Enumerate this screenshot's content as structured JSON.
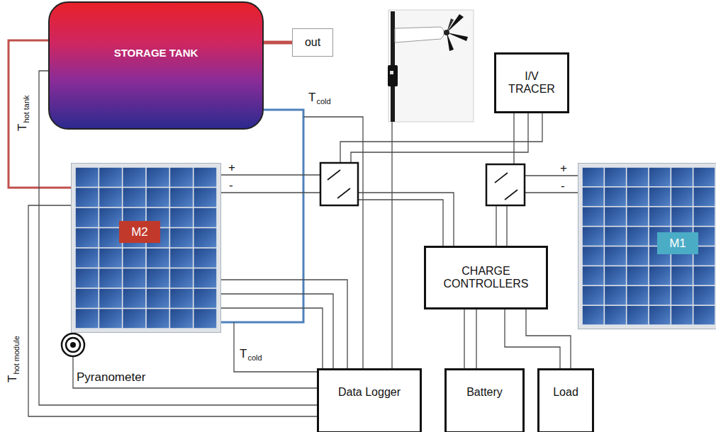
{
  "diagram": {
    "nodes": [
      {
        "text": [
          "STORAGE TANK"
        ]
      },
      {
        "text": [
          "out"
        ]
      },
      {
        "text": [
          "I/V TRACER"
        ]
      },
      {
        "text": [
          "M2"
        ]
      },
      {
        "text": [
          "M1"
        ]
      },
      {
        "text": [
          "CHARGE CONTROLLERS"
        ]
      },
      {
        "text": [
          "Data Logger"
        ]
      },
      {
        "text": [
          "Battery"
        ]
      },
      {
        "text": [
          "Load"
        ]
      }
    ],
    "edges": [
      {
        "from": 0,
        "to": 1,
        "arrow": "none"
      },
      {
        "from": 0,
        "to": 3,
        "arrow": "none"
      },
      {
        "from": 0,
        "to": 3,
        "arrow": "none"
      },
      {
        "from": 0,
        "to": 6,
        "arrow": "none"
      },
      {
        "from": 3,
        "to": 6,
        "arrow": "none"
      },
      {
        "from": 3,
        "to": 6,
        "arrow": "none"
      },
      {
        "from": 3,
        "to": 5,
        "arrow": "none"
      },
      {
        "from": 3,
        "to": 2,
        "arrow": "none"
      },
      {
        "from": 4,
        "to": 5,
        "arrow": "none"
      },
      {
        "from": 4,
        "to": 2,
        "arrow": "none"
      },
      {
        "from": 5,
        "to": 7,
        "arrow": "none"
      },
      {
        "from": 5,
        "to": 8,
        "arrow": "none"
      }
    ],
    "labels": [
      "T",
      "hot tank",
      "T",
      "cold",
      "+",
      "-",
      "+",
      "-",
      "T",
      "cold",
      "Pyranometer",
      "T",
      "hot module"
    ]
  }
}
